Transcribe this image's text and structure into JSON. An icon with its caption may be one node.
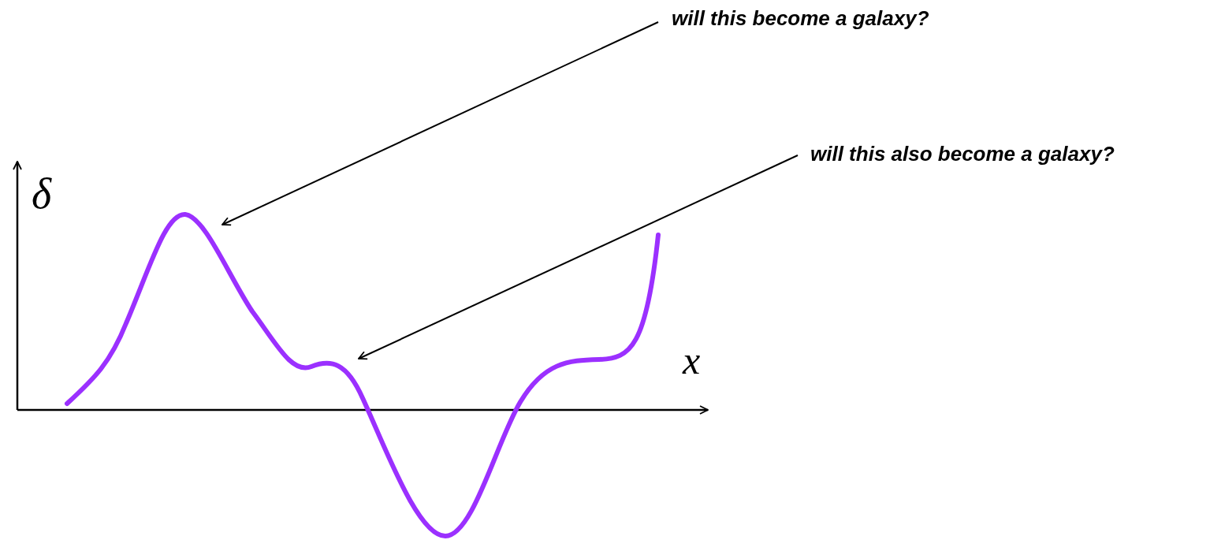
{
  "diagram": {
    "nodes": [
      {
        "text": [
          "will this become a galaxy?"
        ]
      },
      {
        "text": [
          "will this also become a galaxy?"
        ]
      }
    ],
    "edges": [
      {
        "from": 0,
        "to": null,
        "arrow": "to"
      },
      {
        "from": 1,
        "to": null,
        "arrow": "to"
      }
    ],
    "labels": [
      "δ",
      "x"
    ]
  }
}
